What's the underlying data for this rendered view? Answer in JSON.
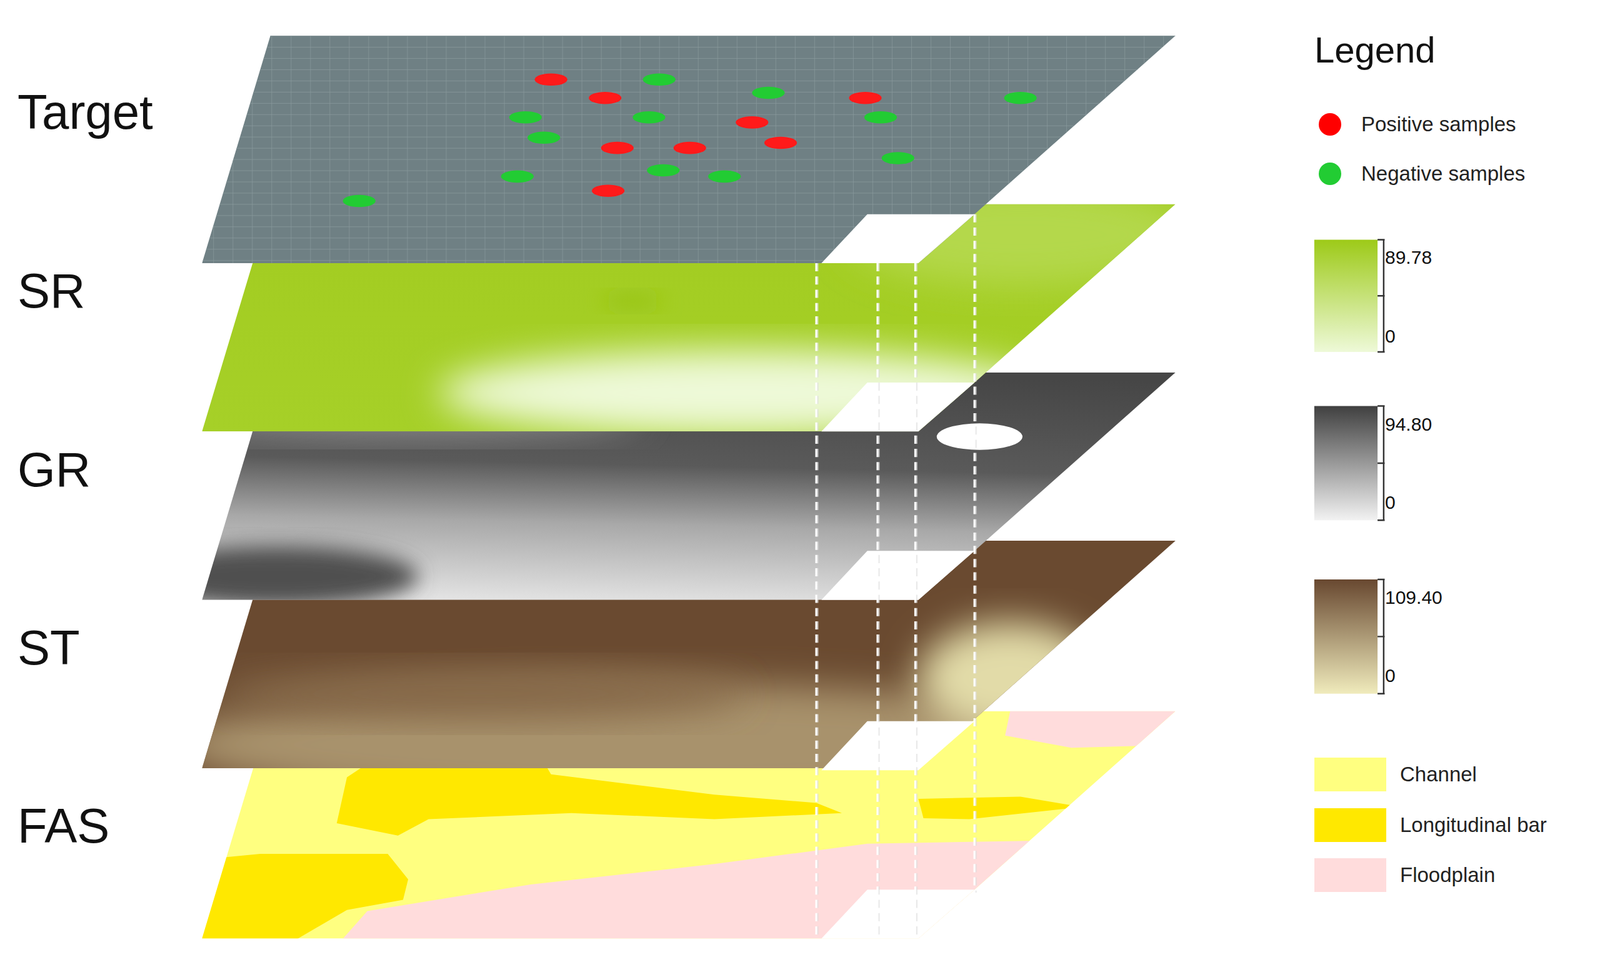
{
  "diagram": {
    "labels": [
      "Target",
      "SR",
      "GR",
      "ST",
      "FAS",
      "Legend",
      "89.78",
      "0",
      "94.80",
      "0",
      "109.40",
      "0"
    ],
    "legend": [
      {
        "text": "Positive samples",
        "color": "#ff0000"
      },
      {
        "text": "Negative samples",
        "color": "#22cc33"
      },
      {
        "text": "Channel",
        "color": "#ffff80"
      },
      {
        "text": "Longitudinal bar",
        "color": "#ffe800"
      },
      {
        "text": "Floodplain",
        "color": "#ffdcdc"
      }
    ]
  }
}
